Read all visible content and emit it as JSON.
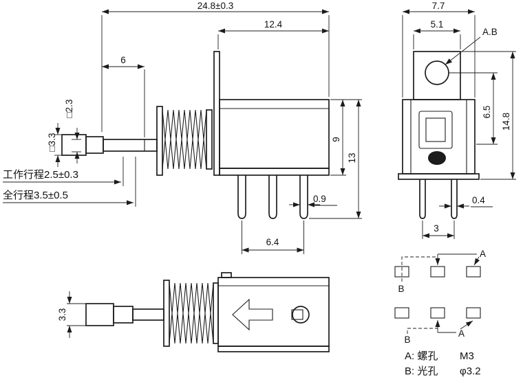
{
  "colors": {
    "ink": "#1c1c1c",
    "background": "#ffffff"
  },
  "drawing": {
    "side_view": {
      "dim_total_length": "24.8±0.3",
      "dim_body_length": "12.4",
      "dim_shaft_length": "6",
      "dim_rod_square": "□2.3",
      "dim_plunger_square": "□3.3",
      "working_travel": "工作行程2.5±0.3",
      "full_travel": "全行程3.5±0.5",
      "dim_body_height": "9",
      "dim_total_height": "13",
      "dim_pin_width": "0.9",
      "dim_pin_span": "6.4"
    },
    "front_view": {
      "dim_width": "7.7",
      "dim_tab_width": "5.1",
      "hole_callout": "A.B",
      "dim_hole_height": "6.5",
      "dim_total_height": "14.8",
      "dim_pin_width": "0.4",
      "dim_pin_pitch": "3"
    },
    "pressed_view": {
      "dim_plunger_square": "3.3"
    },
    "pcb_layout": {
      "row1_label_a": "A",
      "row1_label_b": "B",
      "row2_label_a": "A",
      "row2_label_b": "B"
    },
    "legend": {
      "a_label": "A: 螺孔",
      "a_value": "M3",
      "b_label": "B: 光孔",
      "b_value": "φ3.2"
    }
  }
}
